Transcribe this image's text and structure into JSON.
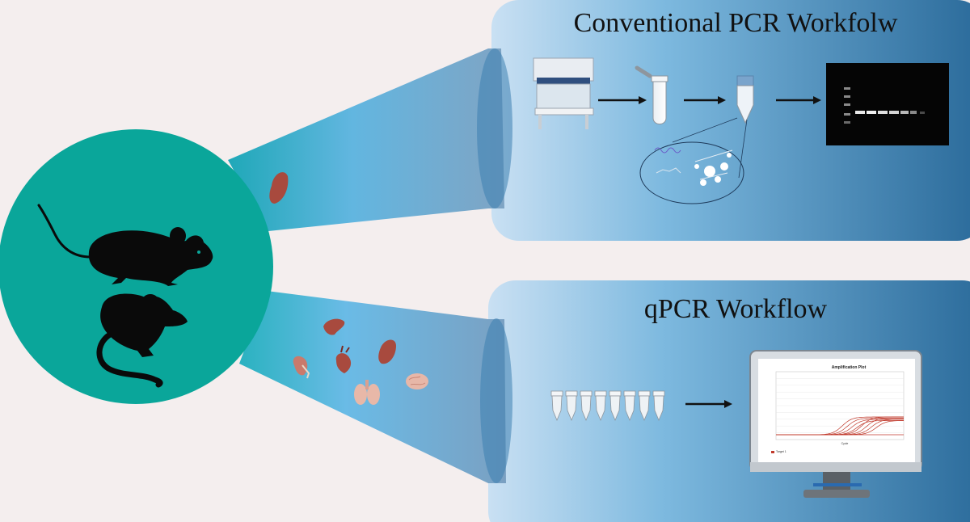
{
  "panels": {
    "top": {
      "title": "Conventional PCR Workfolw"
    },
    "bottom": {
      "title": "qPCR Workflow"
    }
  },
  "amplification_plot": {
    "title": "Amplification Plot",
    "xlabel": "Cycle",
    "legend": "Target 1",
    "curve_color": "#c0392b"
  },
  "colors": {
    "background": "#f4eeee",
    "circle": "#0aa69a",
    "panel_light": "#c7def2",
    "panel_dark": "#2a6c9c",
    "beam": "#3aa8d8",
    "silhouette": "#0a0a0a",
    "organ": "#a84a3e"
  },
  "icons": [
    "mouse-icon",
    "rat-icon",
    "spleen-icon",
    "kidney-icon",
    "heart-icon",
    "lungs-icon",
    "brain-icon",
    "liver-icon",
    "biosafety-cabinet-icon",
    "microtube-icon",
    "centrifuge-tube-icon",
    "dna-circle-icon",
    "gel-image-icon",
    "pcr-tube-strip-icon",
    "monitor-icon"
  ]
}
